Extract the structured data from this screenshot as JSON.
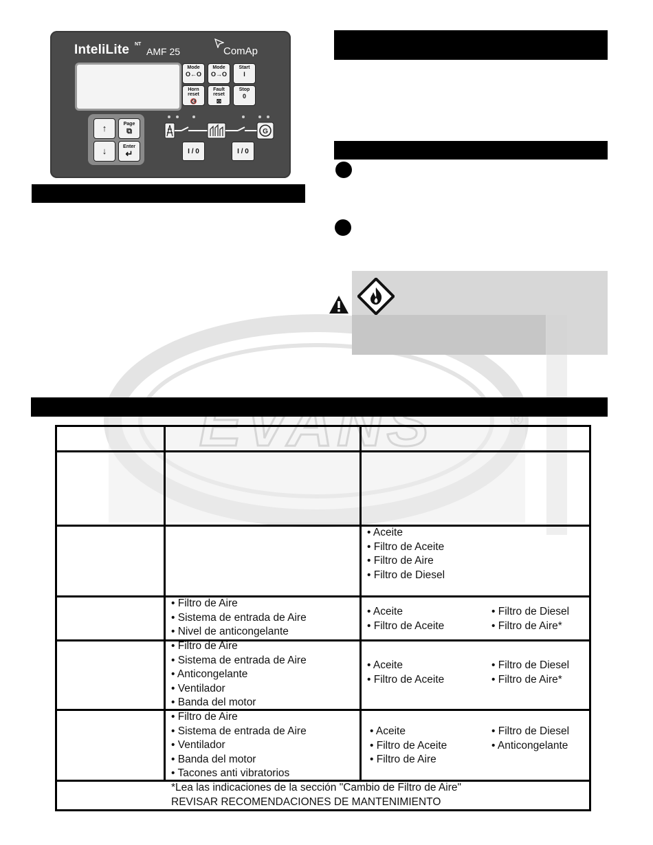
{
  "panel": {
    "brand": "InteliLite",
    "brand_sup": "NT",
    "model": "AMF 25",
    "maker": "ComAp",
    "buttons": [
      {
        "label": "Mode",
        "symbol": "O←O"
      },
      {
        "label": "Mode",
        "symbol": "O→O"
      },
      {
        "label": "Start",
        "symbol": "I"
      },
      {
        "label": "Horn reset",
        "symbol": "🔇"
      },
      {
        "label": "Fault reset",
        "symbol": "⊠"
      },
      {
        "label": "Stop",
        "symbol": "0"
      }
    ],
    "nav": {
      "up": "↑",
      "down": "↓",
      "page_label": "Page",
      "page_symbol": "⧉",
      "enter_label": "Enter",
      "enter_symbol": "↵"
    },
    "io_left": "I / 0",
    "io_right": "I / 0",
    "gen_symbol": "G"
  },
  "watermark": {
    "brand": "EVANS",
    "registered": "®"
  },
  "table": {
    "rows": [
      {
        "col2": [],
        "col3a": [],
        "col3b": []
      },
      {
        "col2": [],
        "col3a": [],
        "col3b": []
      },
      {
        "col2": [],
        "col3a": [
          "• Aceite",
          "• Filtro de Aceite",
          "• Filtro de Aire",
          "• Filtro de Diesel"
        ],
        "col3b": []
      },
      {
        "col2": [
          "• Filtro de Aire",
          "• Sistema de entrada de Aire",
          "• Nivel de anticongelante"
        ],
        "col3a": [
          "• Aceite",
          "• Filtro de Aceite"
        ],
        "col3b": [
          "• Filtro de Diesel",
          "• Filtro de Aire*"
        ]
      },
      {
        "col2": [
          "• Filtro de Aire",
          "• Sistema de entrada de Aire",
          "• Anticongelante",
          "• Ventilador",
          "• Banda del motor"
        ],
        "col3a": [
          "• Aceite",
          "• Filtro de Aceite"
        ],
        "col3b": [
          "• Filtro de Diesel",
          "• Filtro de Aire*"
        ]
      },
      {
        "col2": [
          "• Filtro de Aire",
          "• Sistema de entrada de Aire",
          "• Ventilador",
          "• Banda del motor",
          "• Tacones anti vibratorios"
        ],
        "col3a": [
          "• Aceite",
          "• Filtro de Aceite",
          "• Filtro de Aire"
        ],
        "col3b": [
          "• Filtro de Diesel",
          "• Anticongelante"
        ]
      }
    ],
    "footer": [
      "*Lea las indicaciones de la sección \"Cambio de Filtro de Aire\"",
      "REVISAR RECOMENDACIONES DE MANTENIMIENTO"
    ]
  }
}
